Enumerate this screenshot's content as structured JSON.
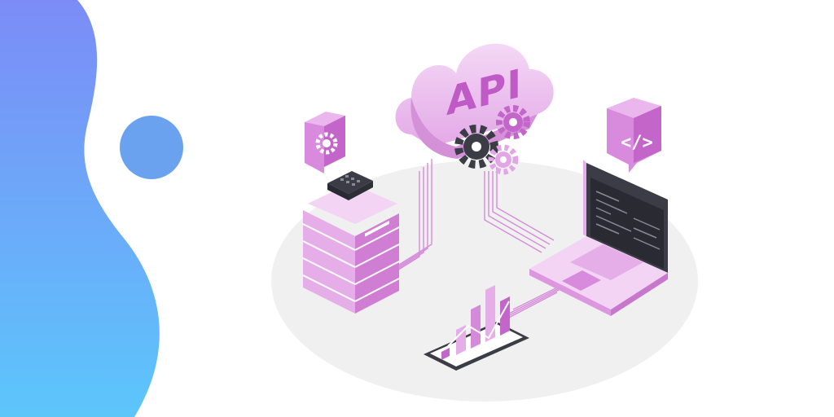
{
  "illustration": {
    "cloud_label": "API",
    "code_badge_glyph": "</>"
  },
  "colors": {
    "blob_top": "#7c8cf7",
    "blob_bottom": "#5cc6fb",
    "dot": "#6aa2f0",
    "purple": "#c266c9",
    "purple_light": "#e7b8ea",
    "purple_pale": "#f6e4f7",
    "dark": "#3c3c46",
    "floor": "#efefef"
  },
  "icons": [
    "gear-icon",
    "code-icon",
    "server-rack",
    "cloud-icon",
    "laptop",
    "tablet-chart"
  ]
}
